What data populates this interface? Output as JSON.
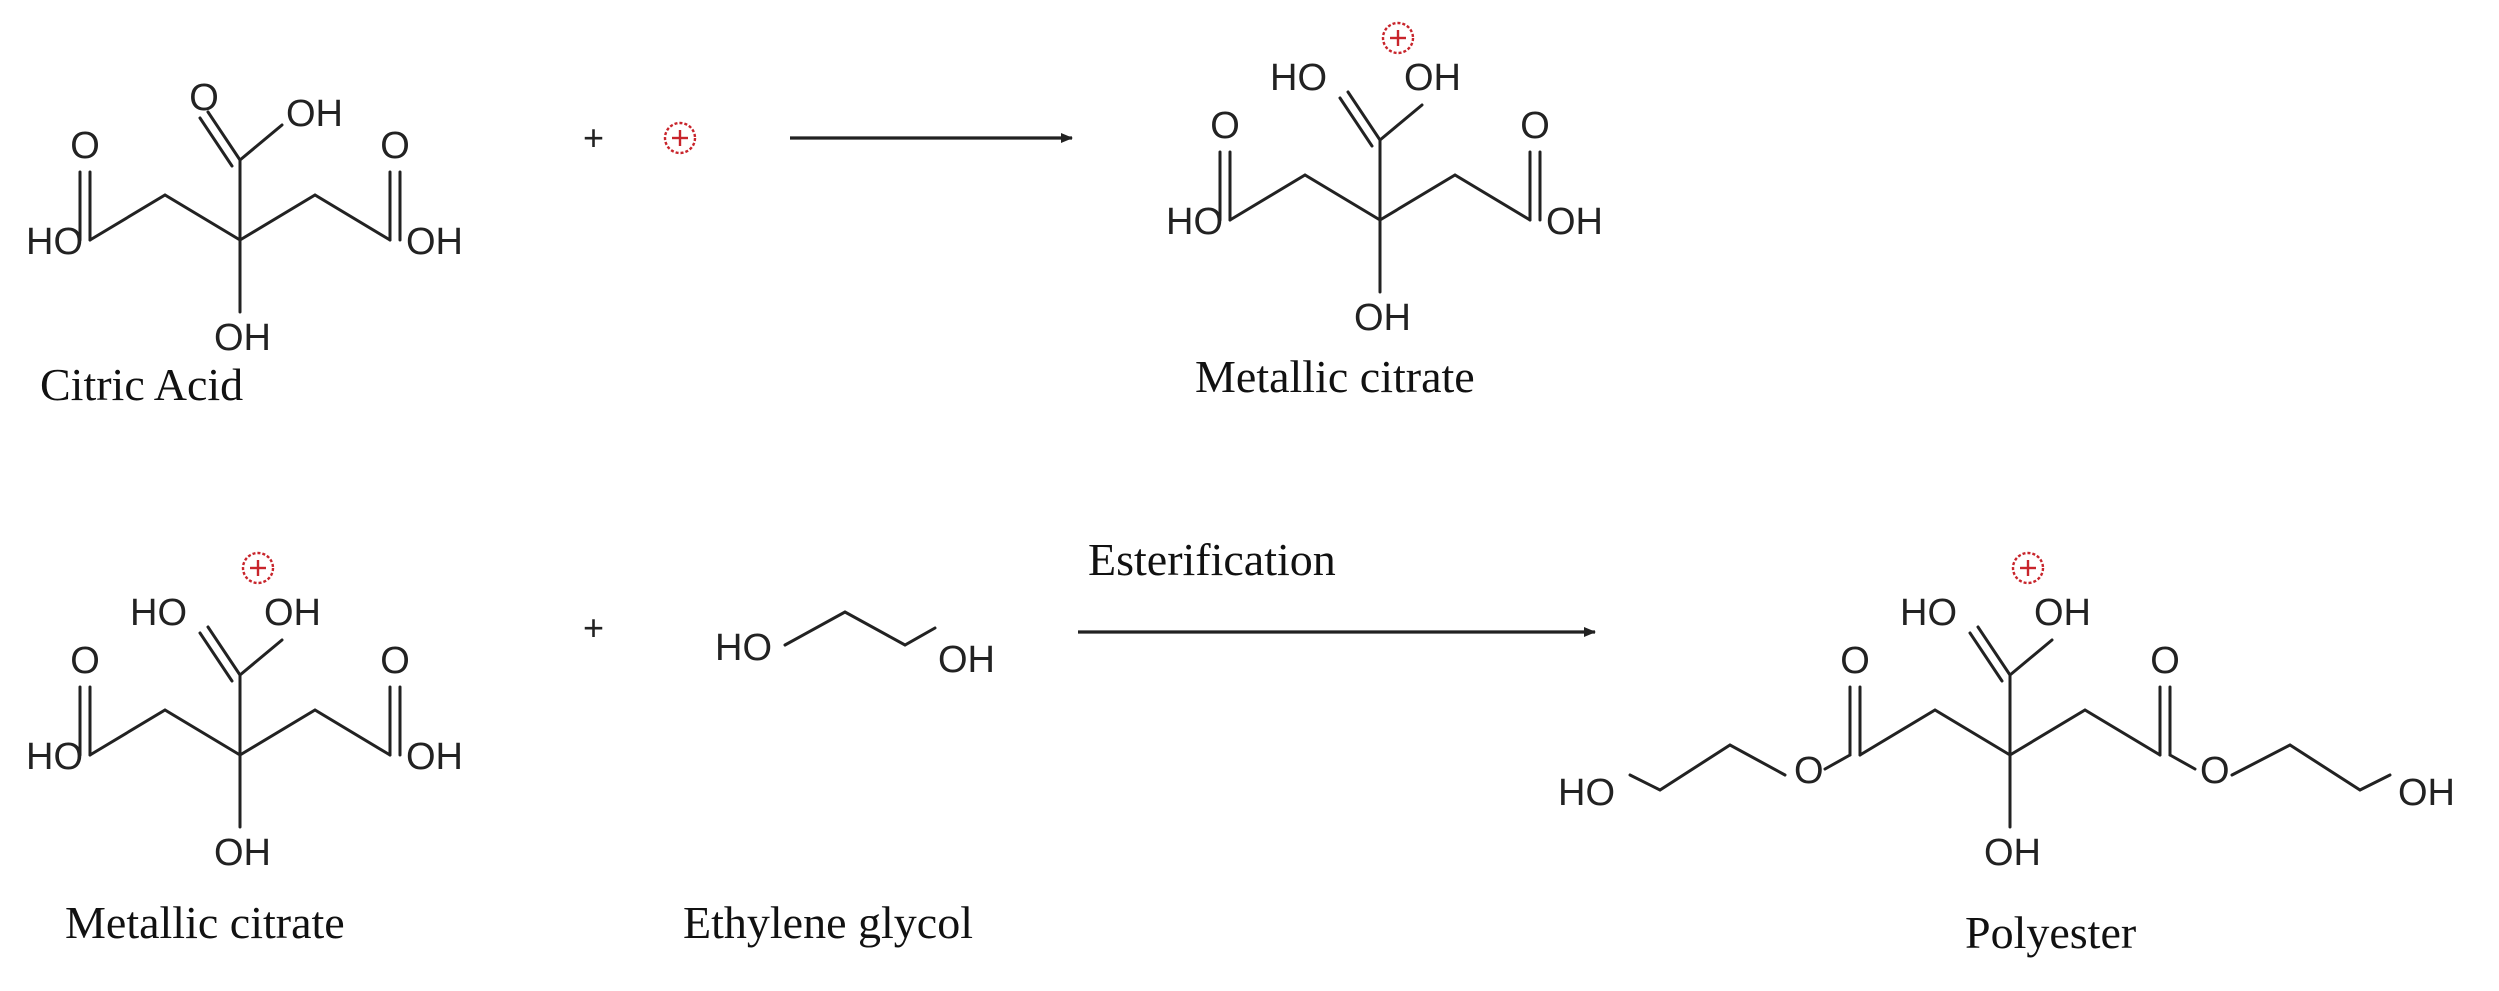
{
  "colors": {
    "cation": "#c8242b",
    "ink": "#222222",
    "background": "#ffffff"
  },
  "atoms": {
    "hydroxyl_right": "OH",
    "hydroxyl_left": "HO",
    "oxygen": "O"
  },
  "symbols": {
    "plus": "+"
  },
  "labels": {
    "citric_acid": "Citric Acid",
    "metallic_citrate_product": "Metallic citrate",
    "metallic_citrate_reactant": "Metallic citrate",
    "ethylene_glycol": "Ethylene glycol",
    "polyester": "Polyester",
    "esterification": "Esterification"
  }
}
